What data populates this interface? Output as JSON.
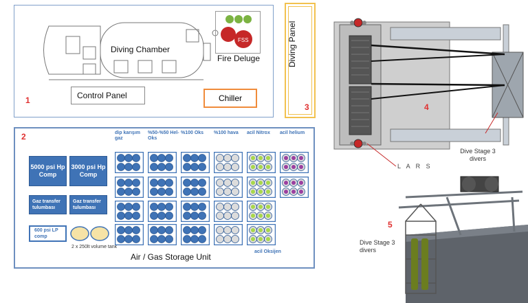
{
  "panel1": {
    "number": "1",
    "diving_chamber": "Diving Chamber",
    "fire_deluge": "Fire Deluge",
    "fss": "FSS",
    "control_panel": "Control Panel",
    "chiller": "Chiller"
  },
  "panel3": {
    "number": "3",
    "label": "Diving Panel"
  },
  "panel2": {
    "number": "2",
    "compressors": [
      {
        "label": "5000 psi Hp Comp"
      },
      {
        "label": "3000 psi Hp Comp"
      }
    ],
    "transfer": [
      {
        "label": "Gaz transfer tulumbası"
      },
      {
        "label": "Gaz transfer tulumbası"
      }
    ],
    "lp_comp": "600 psi LP comp",
    "volume_tank": "2 x 250lt volume tank",
    "storage_title": "Air / Gas Storage Unit",
    "oxygen_label": "acil Oksijen",
    "columns": [
      {
        "header": "dip karışım gaz",
        "color": "#3f73b6",
        "rows": 4
      },
      {
        "header": "%50-%50 Hel-Oks",
        "color": "#3f73b6",
        "rows": 4
      },
      {
        "header": "%100 Oks",
        "color": "#3f73b6",
        "rows": 4
      },
      {
        "header": "%100 hava",
        "color": "#dcdcdc",
        "rows": 4
      },
      {
        "header": "acil Nitrox",
        "color": "#a8d84a",
        "rows": 4
      },
      {
        "header": "acil helium",
        "color": "#9b3fa0",
        "rows": 2
      }
    ]
  },
  "panel4": {
    "number": "4",
    "dive_stage": "Dive Stage 3 divers",
    "lars": "L A R S"
  },
  "panel5": {
    "number": "5",
    "dive_stage": "Dive Stage 3 divers"
  }
}
